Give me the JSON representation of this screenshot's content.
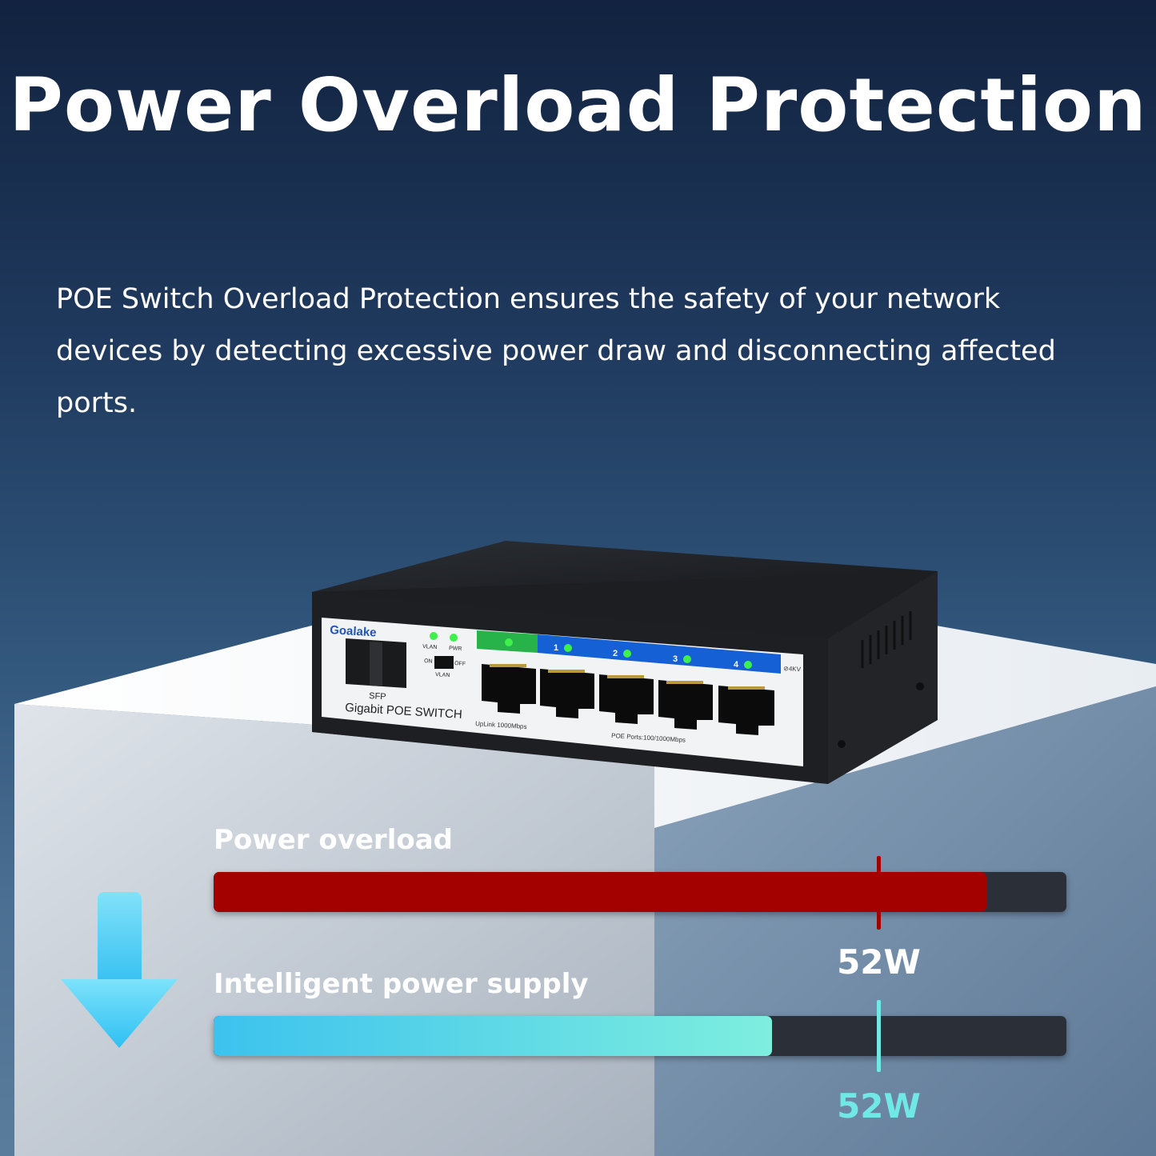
{
  "title": "Power Overload Protection",
  "description": "POE Switch Overload Protection ensures the safety of your network devices by detecting excessive power draw and disconnecting affected ports.",
  "device": {
    "brand": "Goalake",
    "model_label": "Gigabit POE SWITCH",
    "sfp_label": "SFP",
    "led_vlan": "VLAN",
    "led_pwr": "PWR",
    "switch_on": "ON",
    "switch_off": "OFF",
    "switch_vlan": "VLAN",
    "port_numbers": [
      "1",
      "2",
      "3",
      "4"
    ],
    "uplink_label": "UpLink 1000Mbps",
    "poe_label": "POE Ports:100/1000Mbps",
    "surge_label": "⊘4KV"
  },
  "bars": {
    "overload": {
      "label": "Power overload",
      "fill_fraction": 0.906,
      "limit_fraction": 0.78,
      "limit_text": "52W",
      "color": "#a30000"
    },
    "intelligent": {
      "label": "Intelligent power supply",
      "fill_fraction": 0.655,
      "limit_fraction": 0.78,
      "limit_text": "52W",
      "gradient": [
        "#3cc2ee",
        "#7eeede"
      ],
      "text_color": "#6fe8e6"
    }
  },
  "icons": {
    "arrow": "down-arrow-icon"
  },
  "colors": {
    "port_green": "#27b34a",
    "port_blue": "#1660d6",
    "led_green": "#3ef04a"
  }
}
